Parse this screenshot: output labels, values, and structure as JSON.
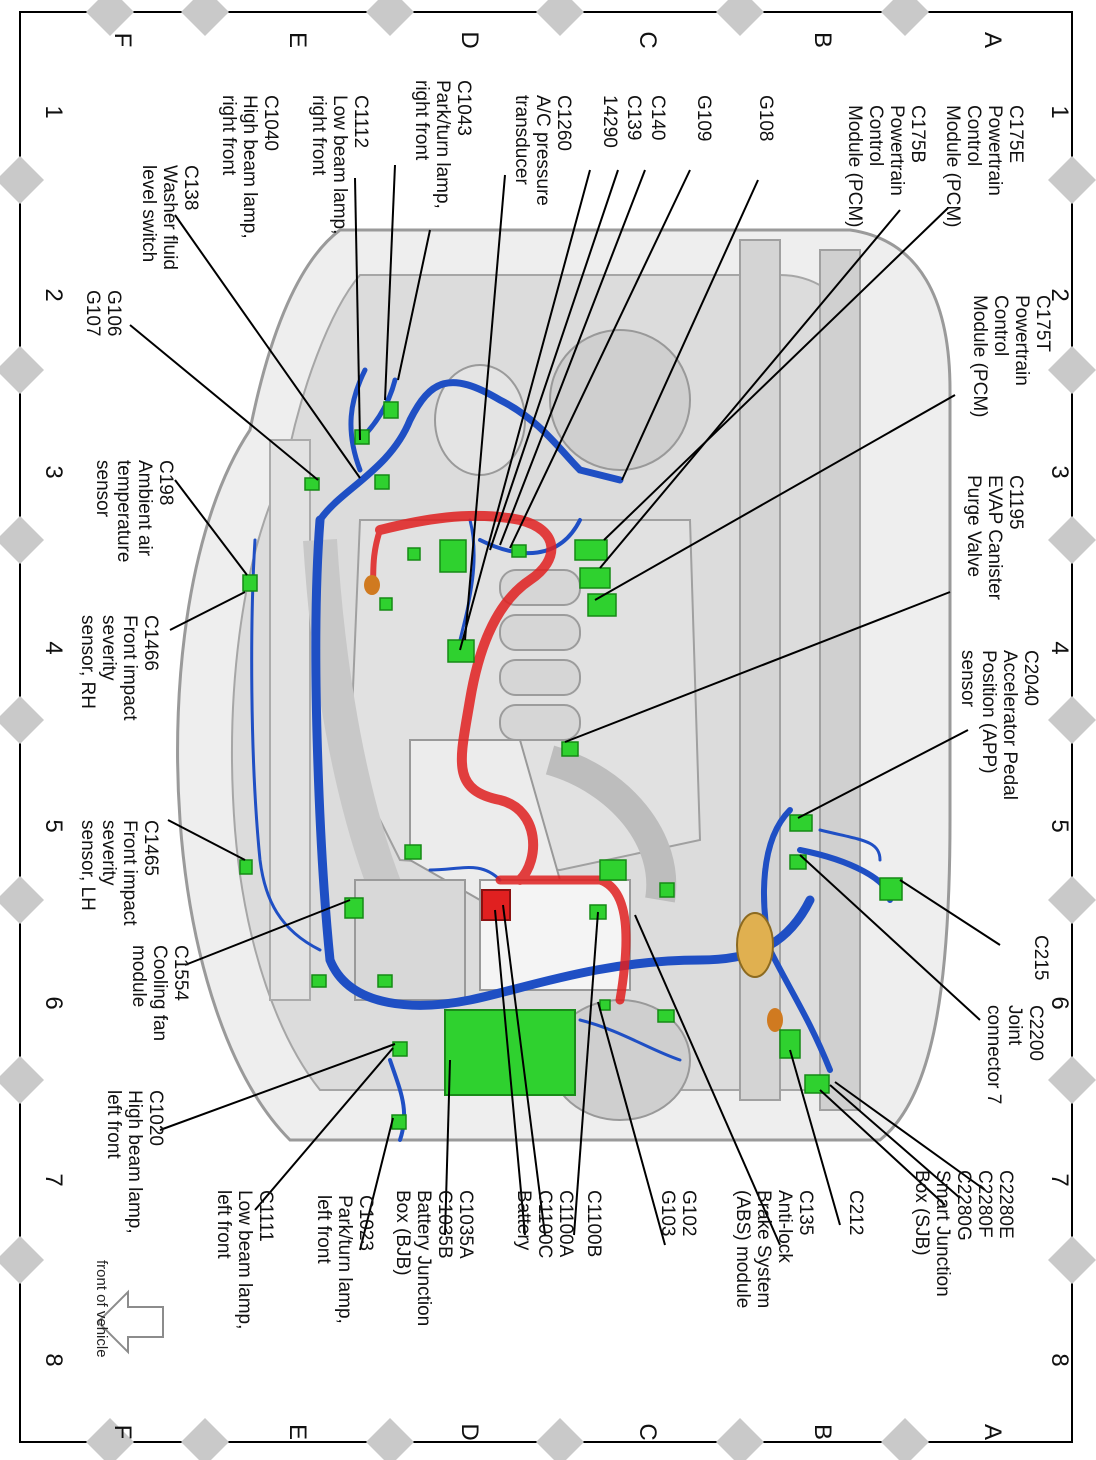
{
  "grid": {
    "rows_top": [
      "A",
      "B",
      "C",
      "D",
      "E",
      "F"
    ],
    "rows_bottom": [
      "A",
      "B",
      "C",
      "D",
      "E",
      "F"
    ],
    "cols_right": [
      "1",
      "2",
      "3",
      "4",
      "5",
      "6",
      "7",
      "8"
    ],
    "cols_left": [
      "1",
      "2",
      "3",
      "4",
      "5",
      "6",
      "7",
      "8"
    ]
  },
  "labels": [
    {
      "id": "c175e",
      "lines": [
        "C175E",
        "Powertrain",
        "Control",
        "Module (PCM)"
      ]
    },
    {
      "id": "c175b",
      "lines": [
        "C175B",
        "Powertrain",
        "Control",
        "Module (PCM)"
      ]
    },
    {
      "id": "g108",
      "lines": [
        "G108"
      ]
    },
    {
      "id": "g109",
      "lines": [
        "G109"
      ]
    },
    {
      "id": "c140",
      "lines": [
        "C140"
      ]
    },
    {
      "id": "c139",
      "lines": [
        "C139"
      ]
    },
    {
      "id": "n14290",
      "lines": [
        "14290"
      ]
    },
    {
      "id": "c1260",
      "lines": [
        "C1260",
        "A/C pressure",
        "transducer"
      ]
    },
    {
      "id": "c1043",
      "lines": [
        "C1043",
        "Park/turn lamp,",
        "right front"
      ]
    },
    {
      "id": "c1112",
      "lines": [
        "C1112",
        "Low beam lamp,",
        "right front"
      ]
    },
    {
      "id": "c1040",
      "lines": [
        "C1040",
        "High beam lamp,",
        "right front"
      ]
    },
    {
      "id": "c138",
      "lines": [
        "C138",
        "Washer fluid",
        "level switch"
      ]
    },
    {
      "id": "c175t",
      "lines": [
        "C175T",
        "Powertrain",
        "Control",
        "Module (PCM)"
      ]
    },
    {
      "id": "g106",
      "lines": [
        "G106",
        "G107"
      ]
    },
    {
      "id": "c1195",
      "lines": [
        "C1195",
        "EVAP Canister",
        "Purge Valve"
      ]
    },
    {
      "id": "c198",
      "lines": [
        "C198",
        "Ambient air",
        "temperature",
        "sensor"
      ]
    },
    {
      "id": "c1466",
      "lines": [
        "C1466",
        "Front impact",
        "severity",
        "sensor, RH"
      ]
    },
    {
      "id": "c2040",
      "lines": [
        "C2040",
        "Accelerator Pedal",
        "Position (APP)",
        "sensor"
      ]
    },
    {
      "id": "c1465",
      "lines": [
        "C1465",
        "Front impact",
        "severity",
        "sensor, LH"
      ]
    },
    {
      "id": "c215",
      "lines": [
        "C215"
      ]
    },
    {
      "id": "c1554",
      "lines": [
        "C1554",
        "Cooling fan",
        "module"
      ]
    },
    {
      "id": "c2200",
      "lines": [
        "C2200",
        "Joint",
        "connector 7"
      ]
    },
    {
      "id": "c1020",
      "lines": [
        "C1020",
        "High beam lamp,",
        "left front"
      ]
    },
    {
      "id": "c2280",
      "lines": [
        "C2280E",
        "C2280F",
        "C2280G",
        "Smart Junction",
        "Box (SJB)"
      ]
    },
    {
      "id": "c212",
      "lines": [
        "C212"
      ]
    },
    {
      "id": "c135",
      "lines": [
        "C135",
        "Anti-lock",
        "Brake System",
        "(ABS) module"
      ]
    },
    {
      "id": "g102",
      "lines": [
        "G102",
        "G103"
      ]
    },
    {
      "id": "c1100b",
      "lines": [
        "C1100B"
      ]
    },
    {
      "id": "c1100ac",
      "lines": [
        "C1100A",
        "C1100C",
        "Battery"
      ]
    },
    {
      "id": "c1035",
      "lines": [
        "C1035A",
        "C1035B",
        "Battery Junction",
        "Box (BJB)"
      ]
    },
    {
      "id": "c1023",
      "lines": [
        "C1023",
        "Park/turn lamp,",
        "left front"
      ]
    },
    {
      "id": "c1111",
      "lines": [
        "C1111",
        "Low beam lamp,",
        "left front"
      ]
    }
  ],
  "front_of_vehicle": "front of vehicle",
  "colors": {
    "harness_blue": "#1f4fc4",
    "harness_red": "#e02020",
    "connector_green": "#2fd12f",
    "leader": "#000000",
    "body_grey": "#c8c8c8",
    "border": "#000000"
  }
}
